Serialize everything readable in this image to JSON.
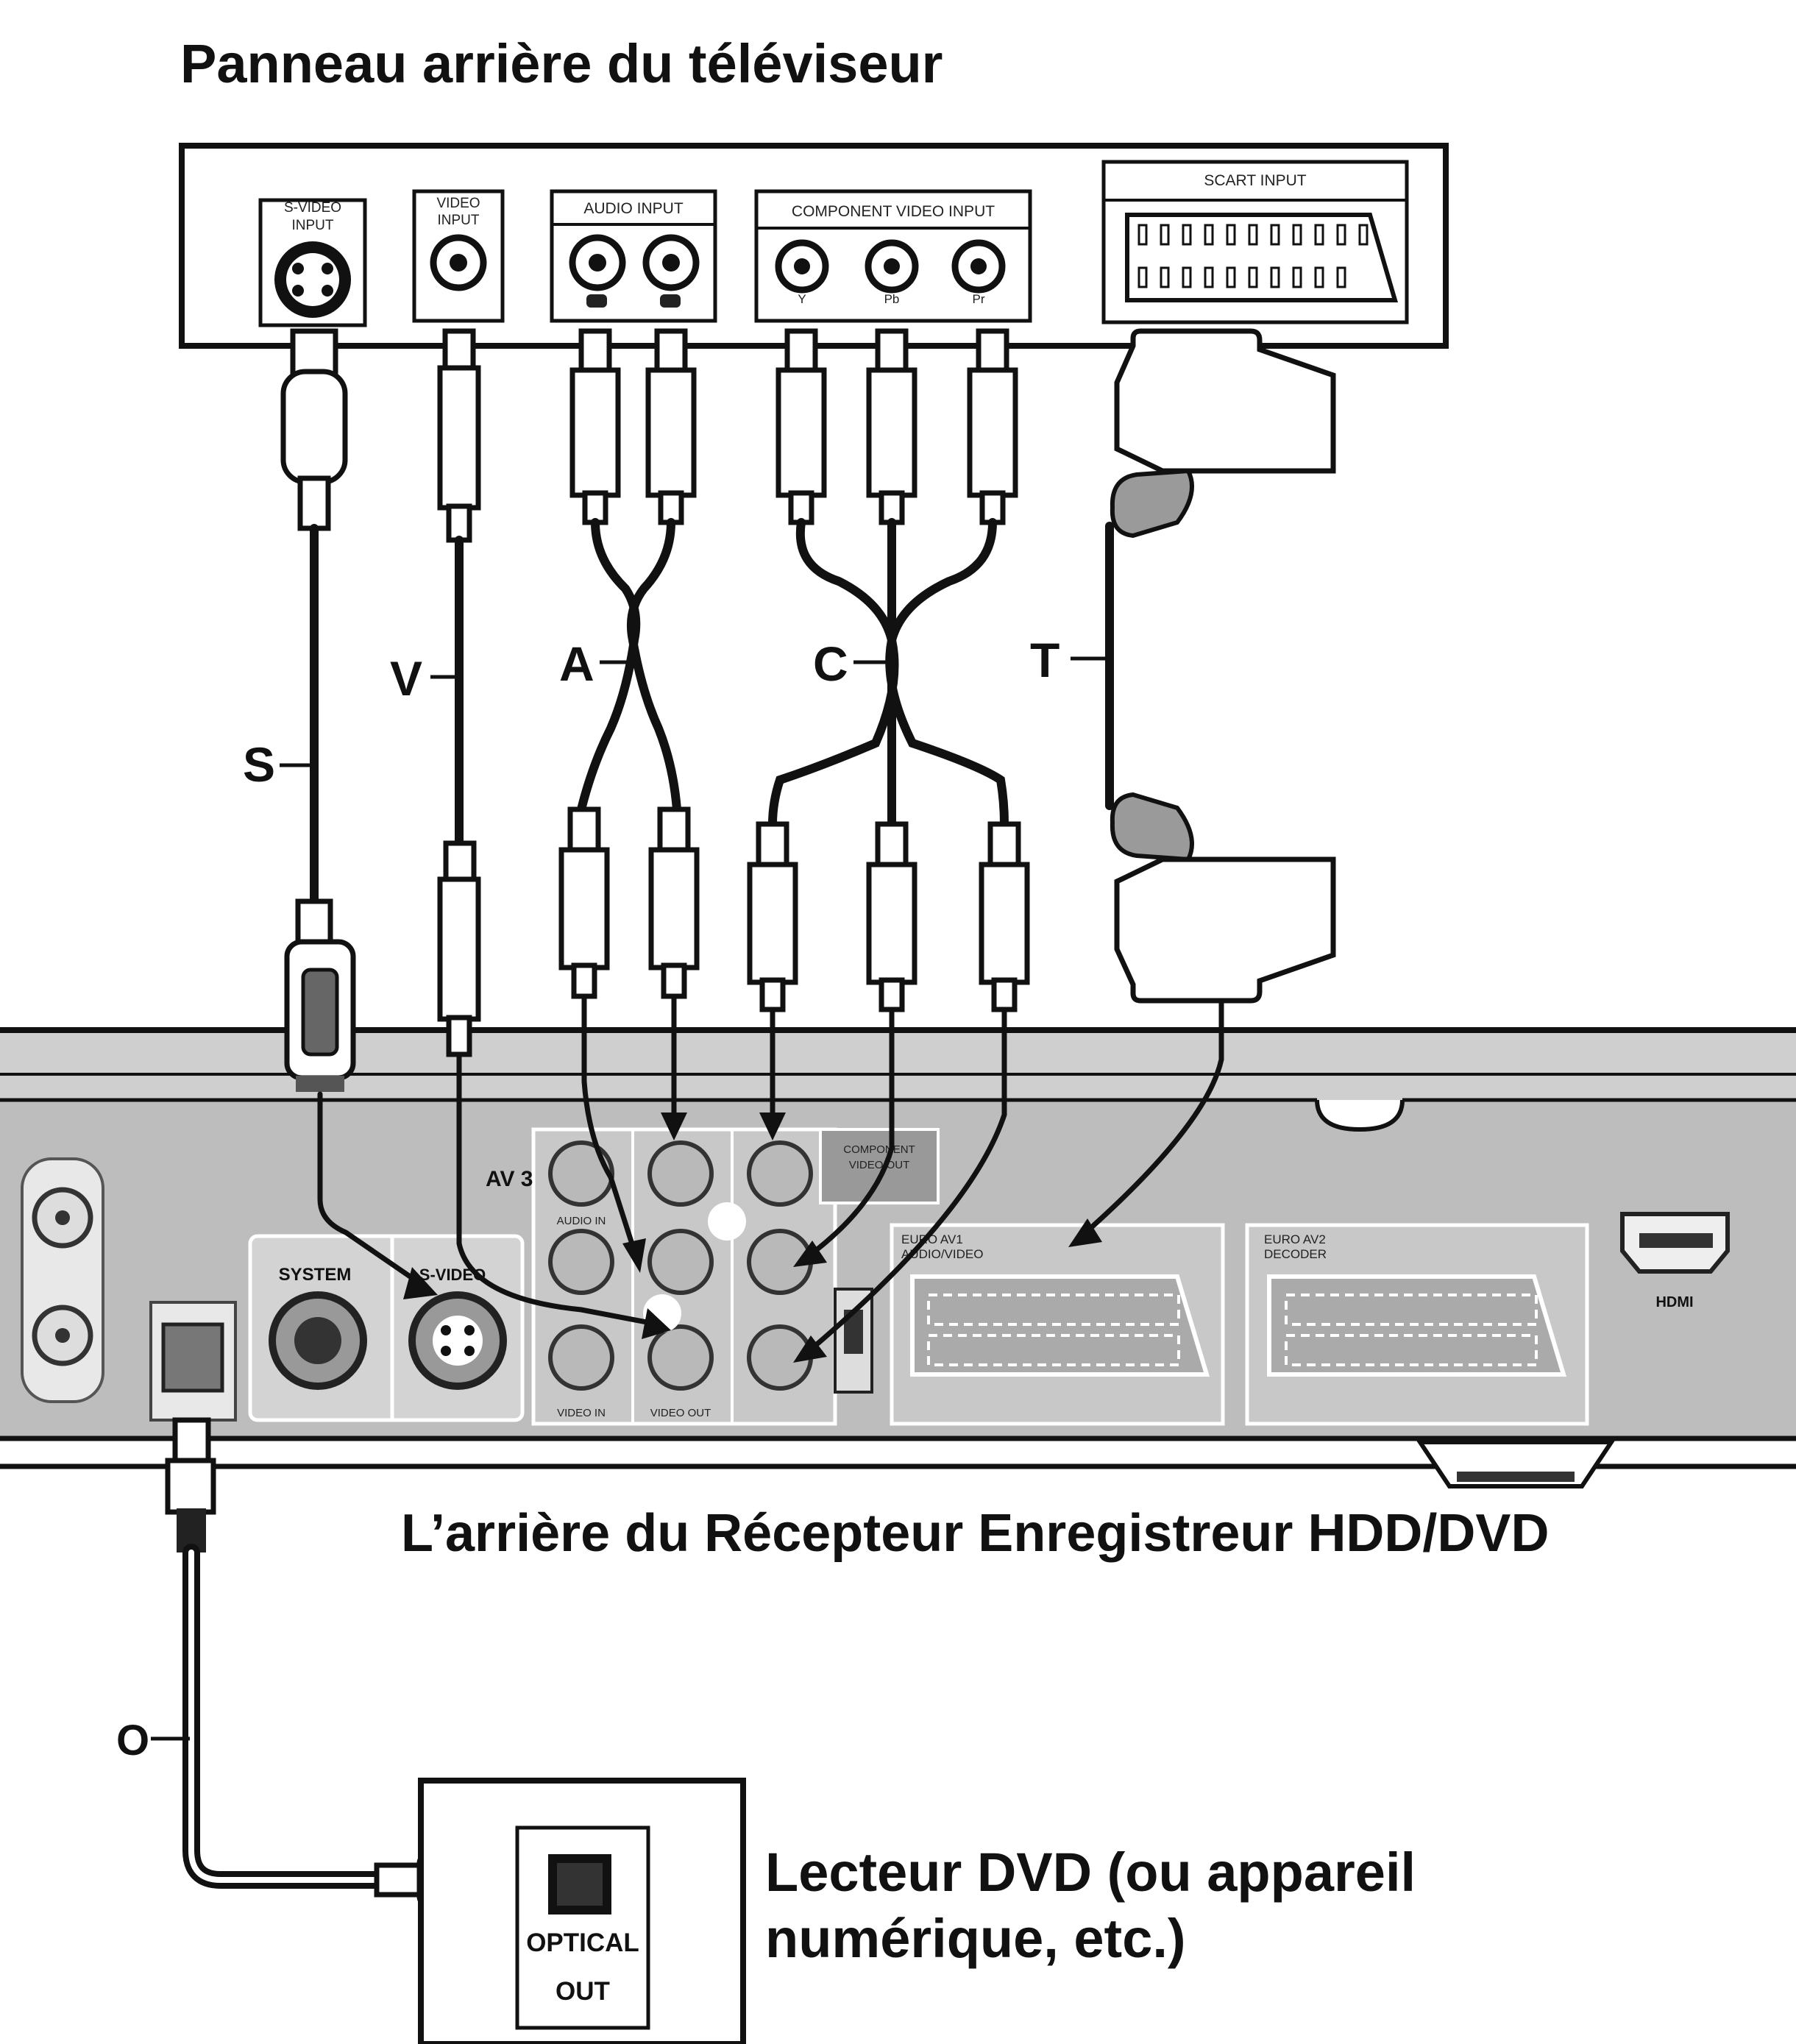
{
  "titles": {
    "tv": "Panneau arrière du téléviseur",
    "recorder": "L’arrière du Récepteur Enregistreur HDD/DVD",
    "player_line1": "Lecteur DVD (ou appareil",
    "player_line2": "numérique, etc.)"
  },
  "tv_panel": {
    "svideo_line1": "S-VIDEO",
    "svideo_line2": "INPUT",
    "video_line1": "VIDEO",
    "video_line2": "INPUT",
    "audio": "AUDIO INPUT",
    "component": "COMPONENT VIDEO INPUT",
    "comp_y": "Y",
    "comp_pb": "Pb",
    "comp_pr": "Pr",
    "scart": "SCART INPUT"
  },
  "cables": {
    "s": "S",
    "v": "V",
    "a": "A",
    "c": "C",
    "t": "T",
    "o": "O"
  },
  "recorder_panel": {
    "av3": "AV 3",
    "system": "SYSTEM",
    "svideo": "S-VIDEO",
    "audio_in": "AUDIO IN",
    "video_in": "VIDEO IN",
    "video_out": "VIDEO OUT",
    "component_line1": "COMPONENT",
    "component_line2": "VIDEO OUT",
    "euro_av1_line1": "EURO AV1",
    "euro_av1_line2": "AUDIO/VIDEO",
    "euro_av2_line1": "EURO AV2",
    "euro_av2_line2": "DECODER",
    "hdmi": "HDMI"
  },
  "player_panel": {
    "optical": "OPTICAL",
    "out": "OUT"
  }
}
